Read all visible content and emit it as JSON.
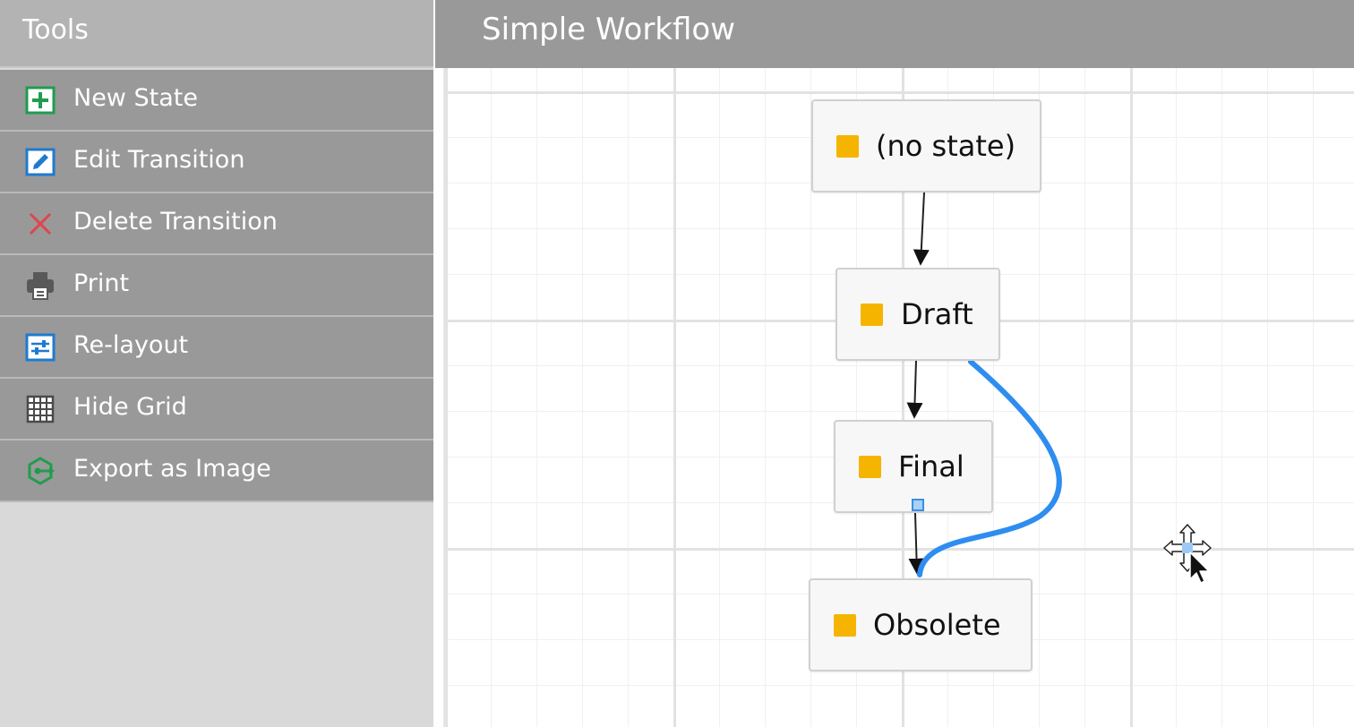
{
  "sidebar": {
    "title": "Tools",
    "items": [
      {
        "label": "New State",
        "icon": "plus-box-icon"
      },
      {
        "label": "Edit Transition",
        "icon": "edit-icon"
      },
      {
        "label": "Delete Transition",
        "icon": "close-icon"
      },
      {
        "label": "Print",
        "icon": "printer-icon"
      },
      {
        "label": "Re-layout",
        "icon": "sliders-icon"
      },
      {
        "label": "Hide Grid",
        "icon": "grid-icon"
      },
      {
        "label": "Export as Image",
        "icon": "export-icon"
      }
    ]
  },
  "main": {
    "title": "Simple Workflow",
    "states": [
      {
        "name": "(no state)"
      },
      {
        "name": "Draft"
      },
      {
        "name": "Final"
      },
      {
        "name": "Obsolete"
      }
    ],
    "transitions": [
      {
        "from": "(no state)",
        "to": "Draft"
      },
      {
        "from": "Draft",
        "to": "Final"
      },
      {
        "from": "Final",
        "to": "Obsolete"
      },
      {
        "from": "Draft",
        "to": "Obsolete",
        "selected": true
      }
    ]
  },
  "colors": {
    "state_marker": "#f5b400",
    "selected_transition": "#2e8df0",
    "toolbar_background": "#999999",
    "header_background": "#b3b3b3",
    "panel_background": "#d9d9d9"
  }
}
